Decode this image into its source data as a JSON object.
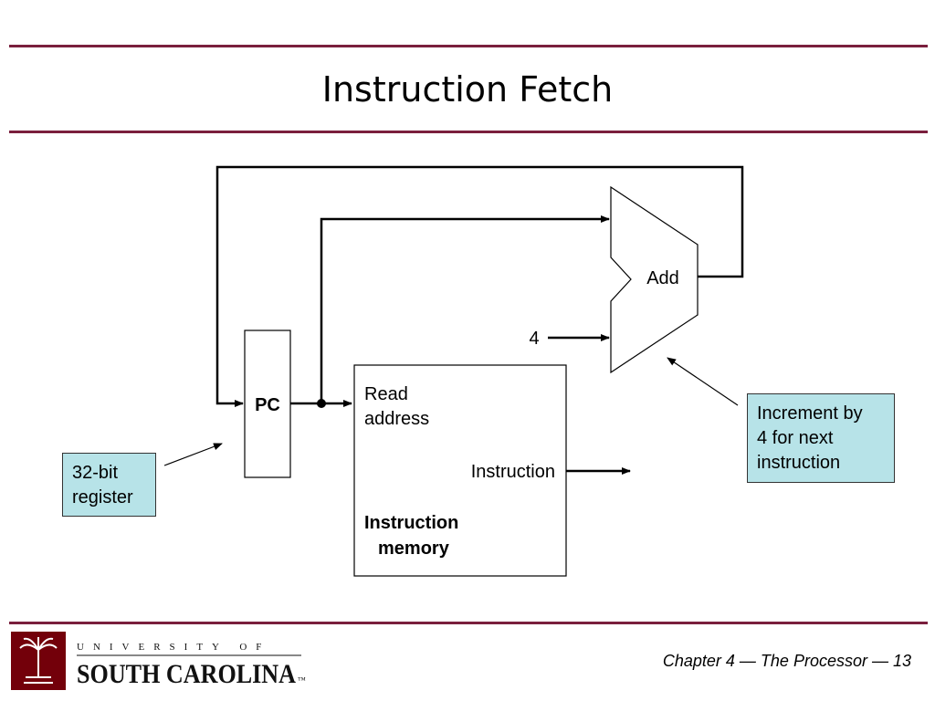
{
  "slide": {
    "title": "Instruction Fetch",
    "footer": "Chapter 4 — The Processor — 13"
  },
  "diagram": {
    "pc_label": "PC",
    "memory": {
      "read_address_line1": "Read",
      "read_address_line2": "address",
      "output_label": "Instruction",
      "name_line1": "Instruction",
      "name_line2": "memory"
    },
    "adder_label": "Add",
    "constant_input": "4"
  },
  "callouts": {
    "register": [
      "32-bit",
      "register"
    ],
    "increment": [
      "Increment by",
      "4 for next",
      "instruction"
    ]
  },
  "logo": {
    "top_text": "UNIVERSITY OF",
    "bottom_text": "SOUTH CAROLINA",
    "trademark": "™"
  },
  "colors": {
    "rule": "#7a1f3d",
    "callout_fill": "#b7e3e8",
    "logo_red": "#73000a"
  }
}
